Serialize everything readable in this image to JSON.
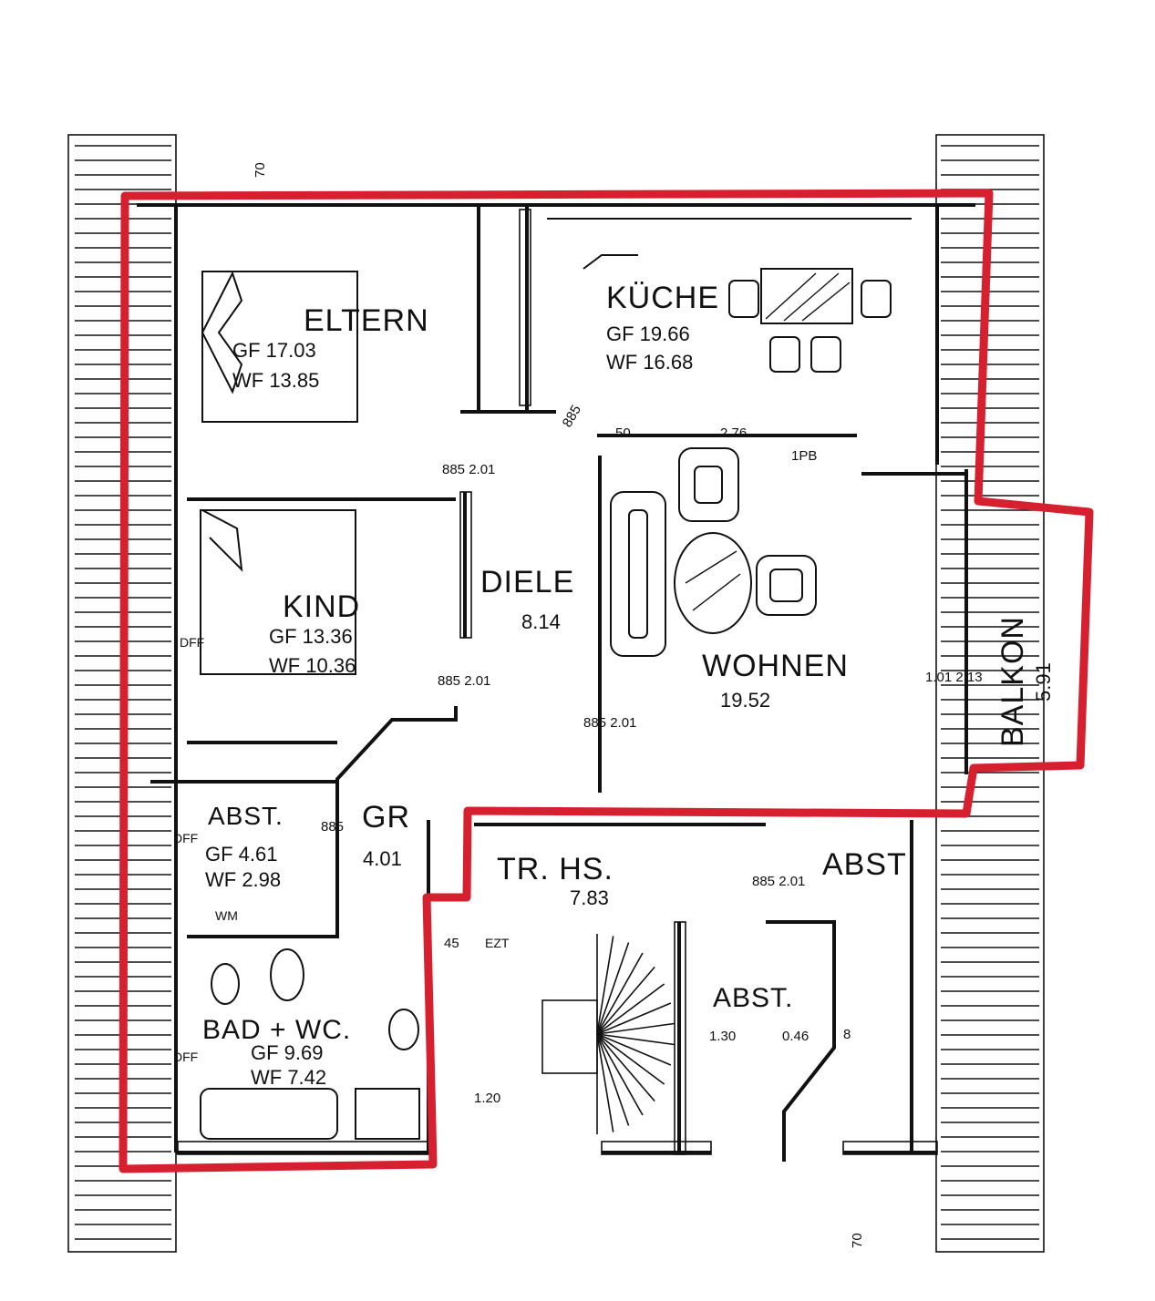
{
  "colors": {
    "outline": "#d6202f",
    "ink": "#111111",
    "paper": "#ffffff"
  },
  "rooms": {
    "eltern": {
      "name": "ELTERN",
      "gf": "GF 17.03",
      "wf": "WF 13.85"
    },
    "kueche": {
      "name": "KÜCHE",
      "gf": "GF 19.66",
      "wf": "WF 16.68"
    },
    "kind": {
      "name": "KIND",
      "gf": "GF 13.36",
      "wf": "WF 10.36"
    },
    "diele": {
      "name": "DIELE",
      "area": "8.14"
    },
    "wohnen": {
      "name": "WOHNEN",
      "area": "19.52"
    },
    "balkon": {
      "name": "BALKON",
      "area": "5.91"
    },
    "abst_left": {
      "name": "ABST.",
      "gf": "GF 4.61",
      "wf": "WF 2.98"
    },
    "gr": {
      "name": "GR",
      "area": "4.01"
    },
    "bad": {
      "name": "BAD + WC.",
      "gf": "GF 9.69",
      "wf": "WF 7.42"
    },
    "trhs": {
      "name": "TR. HS.",
      "area": "7.83"
    },
    "abst_right": {
      "name": "ABST"
    },
    "abst_lower": {
      "name": "ABST."
    }
  },
  "labels": {
    "wm": "WM",
    "ezt": "EZT",
    "dff1": "DFF",
    "dff2": "DFF",
    "dff3": "DFF",
    "ipb": "1PB"
  },
  "dimensions": {
    "d70_top": "70",
    "d70_bottom": "70",
    "d50": "50",
    "d276": "2.76",
    "door_eltern": "885 2.01",
    "door_kind": "885 2.01",
    "door_wohnen": "885 2.01",
    "door_gr": "885",
    "door_trhs": "885 2.01",
    "balkon_door": "1.01 2.13",
    "d120": "1.20",
    "d130": "1.30",
    "d046": "0.46",
    "d8": "8",
    "d885_kueche": "885",
    "d45": "45"
  }
}
